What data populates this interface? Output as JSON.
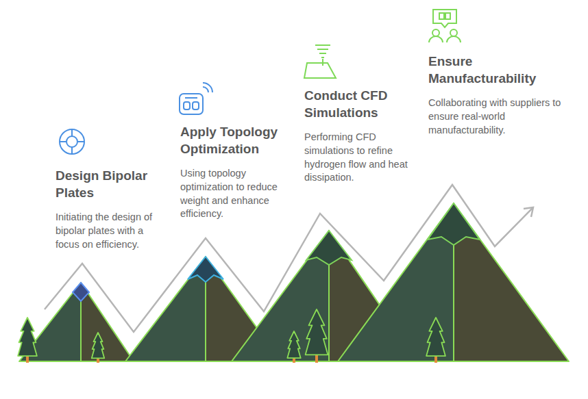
{
  "diagram": {
    "nodes": [
      {
        "text": [
          "Design Bipolar Plates",
          "Initiating the design of bipolar plates with a focus on efficiency."
        ]
      },
      {
        "text": [
          "Apply Topology Optimization",
          "Using topology optimization to reduce weight and enhance efficiency."
        ]
      },
      {
        "text": [
          "Conduct CFD Simulations",
          "Performing CFD simulations to refine hydrogen flow and heat dissipation."
        ]
      },
      {
        "text": [
          "Ensure Manufacturability",
          "Collaborating with suppliers to ensure real-world manufacturability."
        ]
      }
    ]
  }
}
